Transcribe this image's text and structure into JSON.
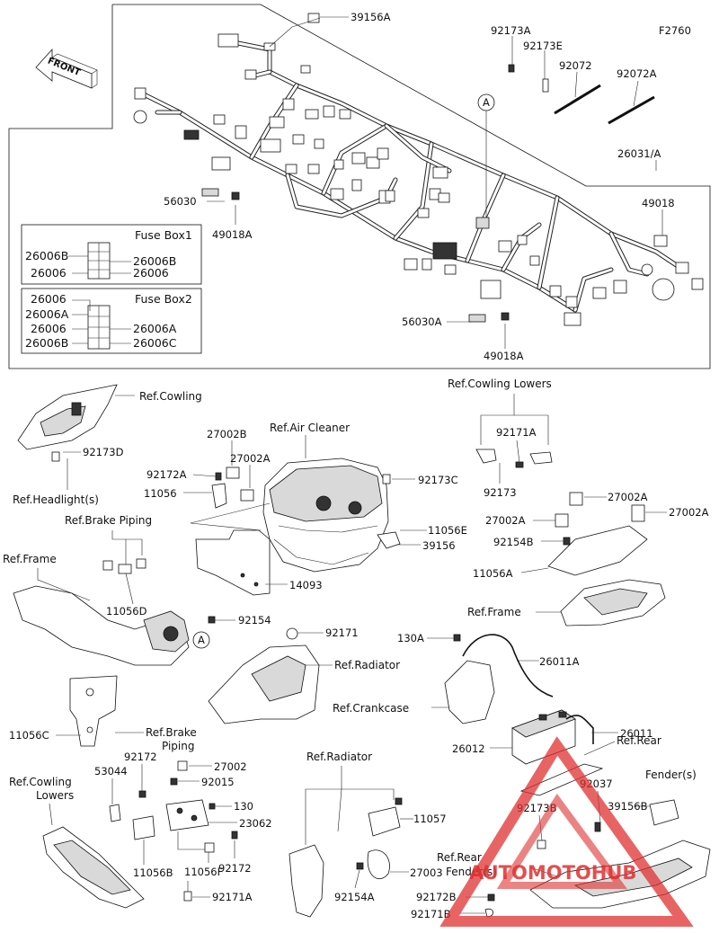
{
  "figure_code": "F2760",
  "front_label": "FRONT",
  "labels": {
    "l39156A": "39156A",
    "l92173A": "92173A",
    "l92173E": "92173E",
    "l92072": "92072",
    "l92072A": "92072A",
    "l26031A": "26031/A",
    "l49018": "49018",
    "l56030": "56030",
    "l49018A": "49018A",
    "l56030A": "56030A",
    "l49018A2": "49018A",
    "callout_A1": "A",
    "callout_A2": "A",
    "l92173D": "92173D",
    "l92171A": "92171A",
    "l92173": "92173",
    "l27002B": "27002B",
    "l27002A1": "27002A",
    "l92172A": "92172A",
    "l11056": "11056",
    "l92173C": "92173C",
    "l11056E": "11056E",
    "l39156": "39156",
    "l14093": "14093",
    "l27002A2": "27002A",
    "l27002A3": "27002A",
    "l27002A4": "27002A",
    "l92154B": "92154B",
    "l11056A": "11056A",
    "l11056D": "11056D",
    "l92154": "92154",
    "l92171": "92171",
    "l130A": "130A",
    "l26011A": "26011A",
    "l26011": "26011",
    "l26012": "26012",
    "l11056C": "11056C",
    "l92172": "92172",
    "l53044": "53044",
    "l27002": "27002",
    "l92015": "92015",
    "l130": "130",
    "l23062": "23062",
    "l11056B": "11056B",
    "l92172b": "92172",
    "l11056F": "11056F",
    "l92171A2": "92171A",
    "l11057": "11057",
    "l27003": "27003",
    "l92154A": "92154A",
    "l92037": "92037",
    "l92173B": "92173B",
    "l39156B": "39156B",
    "l92172B": "92172B",
    "l92171B": "92171B"
  },
  "refs": {
    "cowling": "Ref.Cowling",
    "headlight": "Ref.Headlight(s)",
    "brake_piping": "Ref.Brake Piping",
    "frame_left": "Ref.Frame",
    "air_cleaner": "Ref.Air Cleaner",
    "cowling_lowers_top": "Ref.Cowling Lowers",
    "frame_right": "Ref.Frame",
    "radiator_mid": "Ref.Radiator",
    "crankcase": "Ref.Crankcase",
    "rear_fender_1a": "Ref.Rear",
    "rear_fender_1b": "Fender(s)",
    "brake_piping2_a": "Ref.Brake",
    "brake_piping2_b": "Piping",
    "cowling_lowers_a": "Ref.Cowling",
    "cowling_lowers_b": "Lowers",
    "radiator_bottom": "Ref.Radiator",
    "rear_fender_2a": "Ref.Rear",
    "rear_fender_2b": "Fender(s)"
  },
  "fuse_box1": {
    "title": "Fuse Box1",
    "left_top": "26006B",
    "left_bottom": "26006",
    "right_top": "26006B",
    "right_bottom": "26006"
  },
  "fuse_box2": {
    "title": "Fuse Box2",
    "left_1": "26006",
    "left_2": "26006A",
    "left_3": "26006",
    "left_4": "26006B",
    "right_1": "26006A",
    "right_2": "26006C"
  },
  "watermark": {
    "text": "AUTOMOTOHUB",
    "color": "#e03030"
  }
}
